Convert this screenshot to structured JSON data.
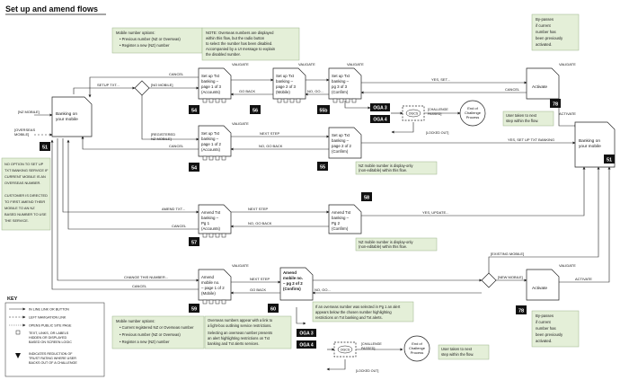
{
  "title": "Set up and amend flows",
  "colors": {
    "note_fill": "#e4efd8",
    "note_stroke": "#9bb58a",
    "black": "#111111",
    "line": "#222222"
  },
  "notes": {
    "mobile_options_top": {
      "heading": "Mobile number options:",
      "items": [
        "Previous number (NZ or Overseas)",
        "Register a new (NZ) number"
      ]
    },
    "overseas_note": [
      "NOTE: Overseas numbers are displayed",
      "within this flow, but the radio button",
      "to select the number has been disabled.",
      "Accompanied by a UI message to explain",
      "the disabled number."
    ],
    "bypass_top": [
      "By-passes",
      "if current",
      "number has",
      "been previously",
      "activated."
    ],
    "bypass_bottom": [
      "By-passes",
      "if current",
      "number has",
      "been previously",
      "activated."
    ],
    "user_next_top": [
      "User taken to next",
      "step within the flow."
    ],
    "user_next_bottom": [
      "User taken to next",
      "step within the flow."
    ],
    "display_only_1": [
      "NZ mobile number is display-only",
      "(non-editable) within this flow."
    ],
    "display_only_2": [
      "NZ mobile number is display-only",
      "(non-editable) within this flow."
    ],
    "no_option": [
      "NO OPTION TO SET UP",
      "TXT BANKING SERVICE IF",
      "CURRENT MOBILE IS AN",
      "OVERSEAS NUMBER.",
      "",
      "CUSTOMER IS DIRECTED",
      "TO FIRST AMEND THEIR",
      "MOBILE TO AN NZ",
      "BASED NUMBER TO USE",
      "THE SERVICE."
    ],
    "mobile_options_bottom": {
      "heading": "Mobile number options:",
      "items": [
        "Current registered NZ or Overseas number",
        "Previous number (NZ or Overseas)",
        "Register a new (NZ) number"
      ]
    },
    "overseas_lightbox": [
      "Overseas numbers appear with a link to",
      "a light-box outlining service restrictions."
    ],
    "overseas_alert": [
      "Selecting an overseas number presents",
      "an alert highlighting restrictions on Txt",
      "banking and Txt alerts services."
    ],
    "overseas_pg1_alert": [
      "If an overseas number was selected in Pg 1 an alert",
      "appears below the chosen number highlighting",
      "restrictions on Txt banking and Txt alerts."
    ]
  },
  "pages": {
    "p54a": {
      "lines": [
        "Set up Txt",
        "banking –",
        "page 1 of 3",
        "(Accounts)"
      ],
      "badge": "54"
    },
    "p56": {
      "lines": [
        "Set up Txt",
        "banking –",
        "page 2 of 3",
        "(Mobile)"
      ],
      "badge": "56"
    },
    "p55b": {
      "lines": [
        "Set up Txt",
        "banking –",
        "pg 3 of 3",
        "(Confirm)"
      ],
      "badge": "55b"
    },
    "p78a": {
      "lines": [
        "Activate"
      ],
      "badge": "78"
    },
    "p51a": {
      "lines": [
        "Banking on",
        "your mobile"
      ],
      "badge": "51"
    },
    "p51b": {
      "lines": [
        "Banking on",
        "your mobile"
      ],
      "badge": "51"
    },
    "p54b": {
      "lines": [
        "Set up Txt",
        "banking –",
        "page 1 of 2",
        "(Accounts)"
      ],
      "badge": "54"
    },
    "p55": {
      "lines": [
        "Set up Txt",
        "banking –",
        "page 2 of 2",
        "(Confirm)"
      ],
      "badge": "55"
    },
    "p57": {
      "lines": [
        "Amend Txt",
        "banking –",
        "Pg 1",
        "(Accounts)"
      ],
      "badge": "57"
    },
    "p58": {
      "lines": [
        "Amend Txt",
        "banking –",
        "Pg 2",
        "(Confirm)"
      ],
      "badge": "58"
    },
    "p59": {
      "lines": [
        "Amend",
        "mobile no.",
        "– page 1 of 2",
        "(Mobile)"
      ],
      "badge": "59"
    },
    "p60": {
      "lines": [
        "Amend",
        "mobile no.",
        "– pg 2 of 2",
        "(Confirm)"
      ],
      "badge": "60"
    },
    "p78b": {
      "lines": [
        "Activate"
      ],
      "badge": "78"
    }
  },
  "labels": {
    "validate": "VALIDATE",
    "cancel": "CANCEL",
    "go_back": "GO BACK",
    "next_step": "NEXT STEP",
    "no_go_back": "NO, GO BACK",
    "no_go": "NO, GO...",
    "yes_set": "YES, SET...",
    "yes_update": "YES, UPDATE...",
    "yes_set_up_txt_banking": "YES, SET UP TXT BANKING",
    "activate": "ACTIVATE",
    "setup_txt": "SETUP TXT...",
    "no_mobile": "[NO MOBILE]",
    "registered_nz_mobile": [
      "[REGISTERED",
      "NZ MOBILE]"
    ],
    "nz_mobile": "[NZ MOBILE]",
    "overseas_mobile": [
      "[OVERSEAS",
      "MOBILE]"
    ],
    "amend_txt": "AMEND TXT...",
    "change_number": "CHANGE THIS NUMBER...",
    "new_mobile": "[NEW MOBILE]",
    "existing_mobile": "[EXISTING MOBILE]",
    "oga3": "OGA 3",
    "oga4": "OGA 4",
    "ogcs": "OGCS",
    "challenge_passed": [
      "[CHALLENGE",
      "PASSED]"
    ],
    "locked_out": "[LOCKED OUT]",
    "end_challenge": [
      "End of",
      "Challenge",
      "Process"
    ]
  },
  "key": {
    "heading": "KEY",
    "items": [
      "IN LINE LINK OR BUTTON",
      "LEFT NAVIGATION LINK",
      "OPENS PUBLIC SITE PAGE",
      "TEXT, LINKS, OR LABELS HIDDEN OR DISPLAYED BASED ON SCREEN LOGIC",
      "INDICATES REDUCTION OF TRUST RATING WHERE USER BACKS OUT OF A CHALLENGE"
    ]
  }
}
